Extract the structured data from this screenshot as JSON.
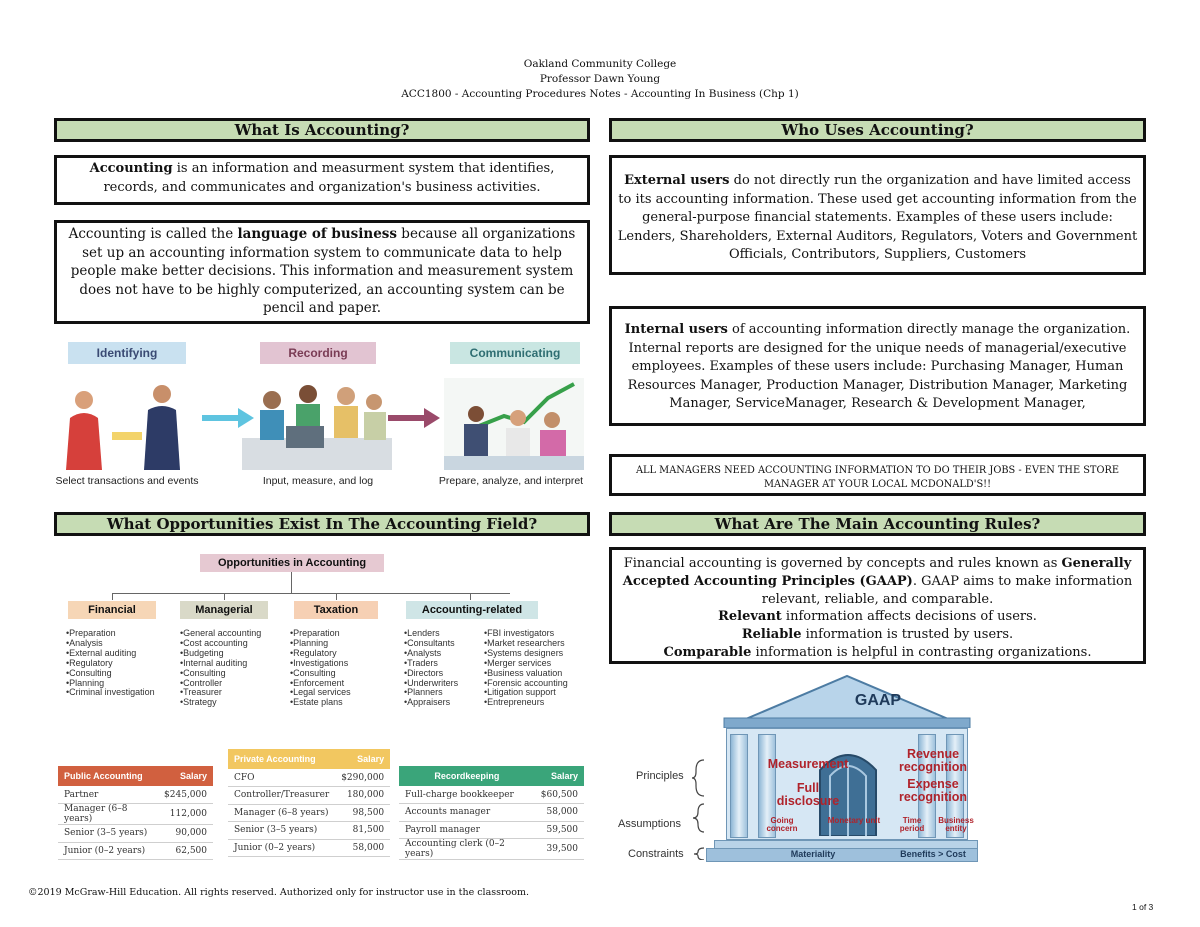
{
  "header": {
    "line1": "Oakland Community College",
    "line2": "Professor Dawn Young",
    "line3": "ACC1800 - Accounting Procedures Notes - Accounting In Business (Chp 1)"
  },
  "sections": {
    "what_is": "What Is Accounting?",
    "who_uses": "Who Uses Accounting?",
    "opportunities": "What Opportunities Exist In The Accounting Field?",
    "rules": "What Are The Main Accounting Rules?"
  },
  "definition": {
    "term": "Accounting",
    "text": " is an information and measurment system that identifies, records, and communicates and organization's business activities."
  },
  "language": {
    "pre": "Accounting is called the ",
    "term": "language of business",
    "post": " because all organizations set up an accounting information system to communicate data to help people make better decisions.  This information and measurement system does not have to be highly computerized, an accounting system can be pencil and paper."
  },
  "external": {
    "term": "External users",
    "text": " do not directly run the organization and have limited access to its accounting information.  These used get accounting information from the general-purpose financial statements.  Examples of these users include: Lenders, Shareholders, External Auditors, Regulators, Voters and Government Officials, Contributors, Suppliers, Customers"
  },
  "internal": {
    "term": "Internal users",
    "text": " of accounting information directly manage the organization.  Internal reports are designed for the unique needs of managerial/executive employees.  Examples of these users include:  Purchasing Manager, Human Resources Manager, Production Manager, Distribution Manager, Marketing Manager, ServiceManager, Research & Development Manager,"
  },
  "managers_note": "ALL MANAGERS NEED ACCOUNTING INFORMATION TO DO THEIR JOBS - EVEN THE STORE MANAGER AT YOUR LOCAL MCDONALD'S!!",
  "rules_box": {
    "p1_pre": "Financial accounting is governed by concepts and rules known as ",
    "p1_term": "Generally Accepted Accounting Principles (GAAP)",
    "p1_post": ". GAAP aims to make information relevant, reliable, and comparable.",
    "relevant_term": "Relevant",
    "relevant_text": " information affects decisions of users.",
    "reliable_term": "Reliable",
    "reliable_text": " information is trusted by users.",
    "comparable_term": "Comparable",
    "comparable_text": " information is helpful in contrasting organizations."
  },
  "process": {
    "steps": [
      {
        "label": "Identifying",
        "caption": "Select transactions and events",
        "color": "#c9e1f0"
      },
      {
        "label": "Recording",
        "caption": "Input, measure, and log",
        "color": "#e2c4d2"
      },
      {
        "label": "Communicating",
        "caption": "Prepare, analyze, and interpret",
        "color": "#c9e6e2"
      }
    ]
  },
  "opportunities_chart": {
    "title": "Opportunities in Accounting",
    "categories": [
      {
        "name": "Financial",
        "color": "#f6d6b6",
        "items": [
          "Preparation",
          "Analysis",
          "External auditing",
          "Regulatory",
          "Consulting",
          "Planning",
          "Criminal investigation"
        ]
      },
      {
        "name": "Managerial",
        "color": "#d9d9c8",
        "items": [
          "General accounting",
          "Cost accounting",
          "Budgeting",
          "Internal auditing",
          "Consulting",
          "Controller",
          "Treasurer",
          "Strategy"
        ]
      },
      {
        "name": "Taxation",
        "color": "#f6d0b4",
        "items": [
          "Preparation",
          "Planning",
          "Regulatory",
          "Investigations",
          "Consulting",
          "Enforcement",
          "Legal services",
          "Estate plans"
        ]
      },
      {
        "name": "Accounting-related",
        "color": "#cfe5e6",
        "items_a": [
          "Lenders",
          "Consultants",
          "Analysts",
          "Traders",
          "Directors",
          "Underwriters",
          "Planners",
          "Appraisers"
        ],
        "items_b": [
          "FBI investigators",
          "Market researchers",
          "Systems designers",
          "Merger services",
          "Business valuation",
          "Forensic accounting",
          "Litigation support",
          "Entrepreneurs"
        ]
      }
    ]
  },
  "salary_tables": [
    {
      "title": "Public Accounting",
      "salary_label": "Salary",
      "color": "#d1603f",
      "rows": [
        [
          "Partner",
          "$245,000"
        ],
        [
          "Manager (6–8 years)",
          "112,000"
        ],
        [
          "Senior (3–5 years)",
          "90,000"
        ],
        [
          "Junior (0–2 years)",
          "62,500"
        ]
      ]
    },
    {
      "title": "Private Accounting",
      "salary_label": "Salary",
      "color": "#f2c760",
      "rows": [
        [
          "CFO",
          "$290,000"
        ],
        [
          "Controller/Treasurer",
          "180,000"
        ],
        [
          "Manager (6–8 years)",
          "98,500"
        ],
        [
          "Senior (3–5 years)",
          "81,500"
        ],
        [
          "Junior (0–2 years)",
          "58,000"
        ]
      ]
    },
    {
      "title": "Recordkeeping",
      "salary_label": "Salary",
      "color": "#3aa57a",
      "rows": [
        [
          "Full-charge bookkeeper",
          "$60,500"
        ],
        [
          "Accounts manager",
          "58,000"
        ],
        [
          "Payroll manager",
          "59,500"
        ],
        [
          "Accounting clerk (0–2 years)",
          "39,500"
        ]
      ]
    }
  ],
  "gaap": {
    "roof": "GAAP",
    "principles_label": "Principles",
    "assumptions_label": "Assumptions",
    "constraints_label": "Constraints",
    "measurement": "Measurement",
    "full_disclosure": "Full disclosure",
    "revenue_recognition": "Revenue recognition",
    "expense_recognition": "Expense recognition",
    "going_concern": "Going concern",
    "monetary_unit": "Monetary unit",
    "time_period": "Time period",
    "business_entity": "Business entity",
    "materiality": "Materiality",
    "benefits_cost": "Benefits > Cost"
  },
  "footer": {
    "copyright": "©2019 McGraw-Hill Education. All rights reserved. Authorized only for instructor use in the classroom.",
    "page": "1 of 3"
  }
}
